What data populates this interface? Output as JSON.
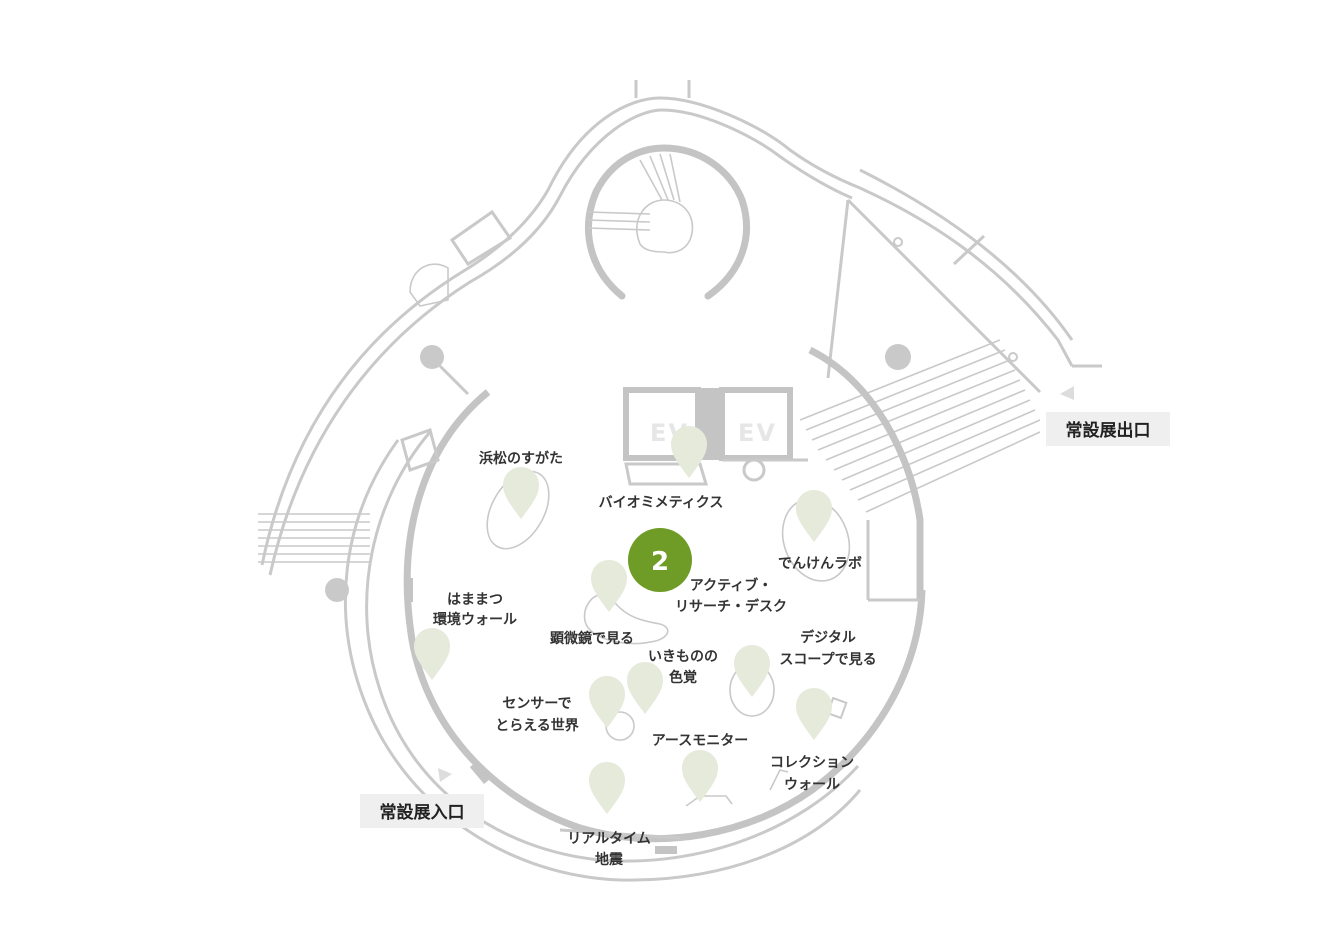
{
  "colors": {
    "wall": "#c9c9c9",
    "pin": "#e5eadb",
    "active_marker": "#6f9c26",
    "label_bg": "#efefef",
    "text": "#333333"
  },
  "elevators": [
    "EV",
    "EV"
  ],
  "entrance_label": "常設展入口",
  "exit_label": "常設展出口",
  "active_marker": {
    "number": "2",
    "zone_name": "アクティブ・リサーチ・デスク"
  },
  "exhibits": [
    {
      "id": "hamamatsu-sugata",
      "lines": [
        "浜松のすがた"
      ]
    },
    {
      "id": "biomimetics",
      "lines": [
        "バイオミメティクス"
      ]
    },
    {
      "id": "denken-lab",
      "lines": [
        "でんけんラボ"
      ]
    },
    {
      "id": "active-research-desk",
      "lines": [
        "アクティブ・",
        "リサーチ・デスク"
      ]
    },
    {
      "id": "hamamatsu-environment-wall",
      "lines": [
        "はままつ",
        "環境ウォール"
      ]
    },
    {
      "id": "microscope",
      "lines": [
        "顕微鏡で見る"
      ]
    },
    {
      "id": "digital-scope",
      "lines": [
        "デジタル",
        "スコープで見る"
      ]
    },
    {
      "id": "creature-color-sense",
      "lines": [
        "いきものの",
        "色覚"
      ]
    },
    {
      "id": "sensor-world",
      "lines": [
        "センサーで",
        "とらえる世界"
      ]
    },
    {
      "id": "earth-monitor",
      "lines": [
        "アースモニター"
      ]
    },
    {
      "id": "collection-wall",
      "lines": [
        "コレクション",
        "ウォール"
      ]
    },
    {
      "id": "realtime-earthquake",
      "lines": [
        "リアルタイム",
        "地震"
      ]
    }
  ]
}
